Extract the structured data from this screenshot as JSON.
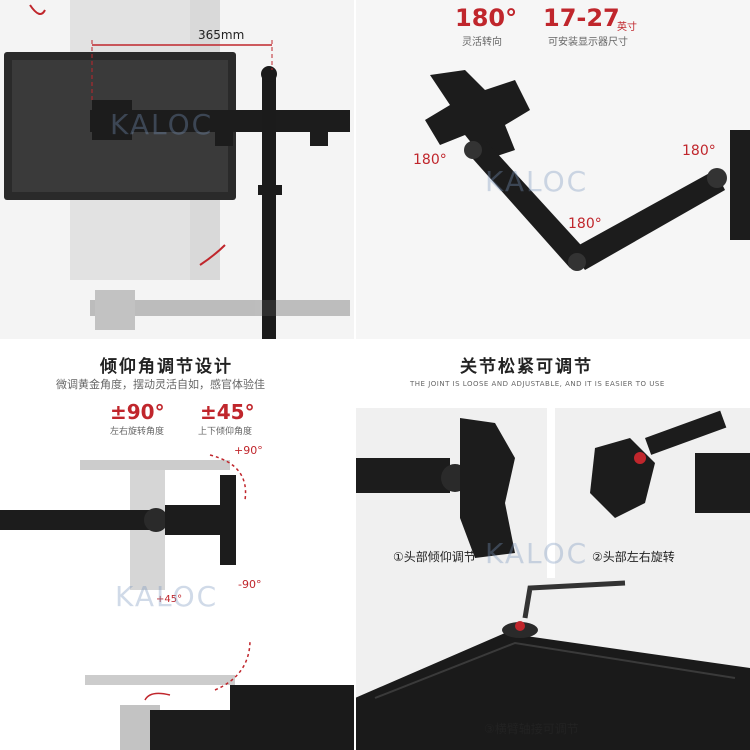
{
  "top_left": {
    "dimension": "365mm"
  },
  "top_right": {
    "rotation_big": "180°",
    "rotation_sub": "灵活转向",
    "size_big": "17-27",
    "size_unit": "英寸",
    "size_sub": "可安装显示器尺寸",
    "arm_label_left": "180°",
    "arm_label_right": "180°",
    "arm_label_mid": "180°"
  },
  "tilt_section": {
    "title": "倾仰角调节设计",
    "subtitle": "微调黄金角度，摆动灵活自如，感官体验佳",
    "stat1_value": "±90°",
    "stat1_label": "左右旋转角度",
    "stat2_value": "±45°",
    "stat2_label": "上下倾仰角度",
    "angle_pos90": "+90°",
    "angle_neg90": "-90°",
    "angle_pos45": "+45°"
  },
  "joint_section": {
    "title": "关节松紧可调节",
    "subtitle": "THE JOINT IS LOOSE AND ADJUSTABLE, AND IT IS EASIER TO USE",
    "caption1": "①头部倾仰调节",
    "caption2": "②头部左右旋转",
    "caption3": "③横臂轴接可调节"
  },
  "watermark": "KALOC",
  "colors": {
    "accent_red": "#c0262c",
    "metal_black": "#1c1c1c",
    "panel_grey": "#f1f1f1"
  }
}
